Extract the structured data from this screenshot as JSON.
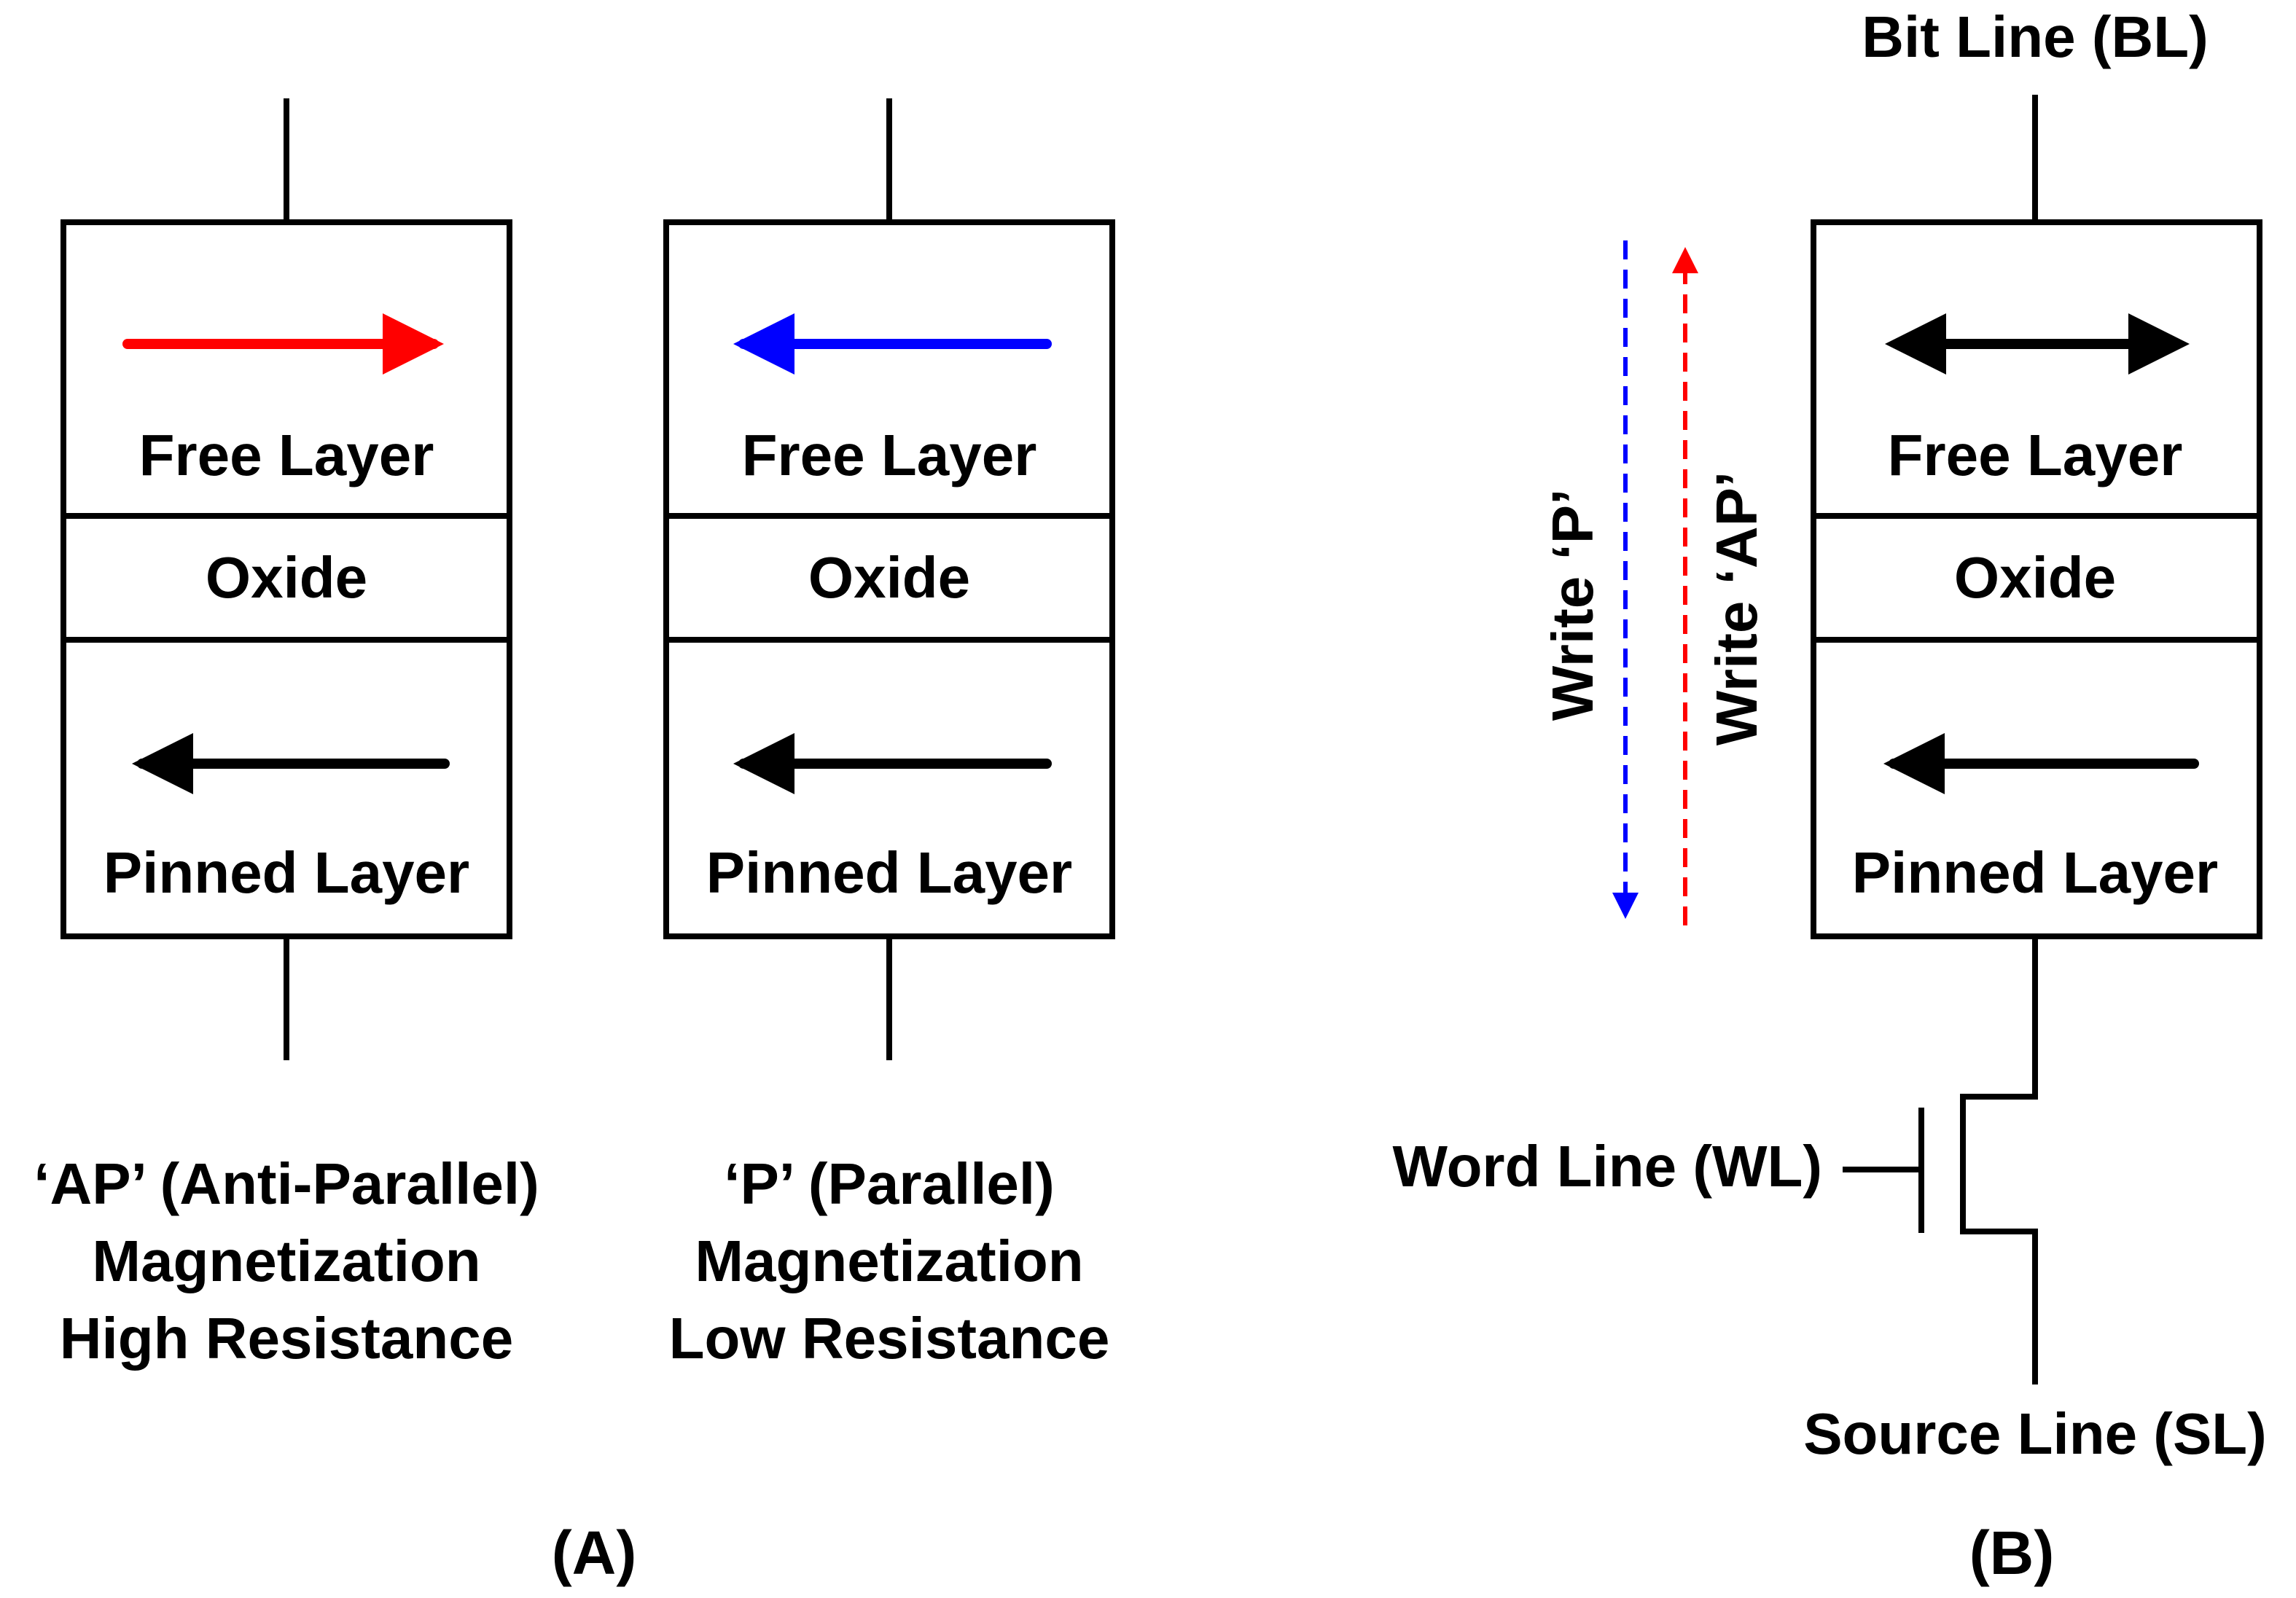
{
  "mtj_cells": [
    {
      "free_layer_label": "Free Layer",
      "oxide_label": "Oxide",
      "pinned_layer_label": "Pinned Layer",
      "free_arrow": "right",
      "free_arrow_color": "#ff0000",
      "pinned_arrow": "left",
      "caption": [
        "‘AP’ (Anti-Parallel)",
        "Magnetization",
        "High Resistance"
      ]
    },
    {
      "free_layer_label": "Free Layer",
      "oxide_label": "Oxide",
      "pinned_layer_label": "Pinned Layer",
      "free_arrow": "left",
      "free_arrow_color": "#0000ff",
      "pinned_arrow": "left",
      "caption": [
        "‘P’ (Parallel)",
        "Magnetization",
        "Low Resistance"
      ]
    },
    {
      "free_layer_label": "Free Layer",
      "oxide_label": "Oxide",
      "pinned_layer_label": "Pinned Layer",
      "free_arrow": "bidirectional",
      "free_arrow_color": "#000000",
      "pinned_arrow": "left"
    }
  ],
  "circuit": {
    "bit_line": "Bit Line (BL)",
    "word_line": "Word Line (WL)",
    "source_line": "Source Line (SL)",
    "write_p": {
      "label": "Write ‘P’",
      "direction": "down",
      "color": "#0000ff"
    },
    "write_ap": {
      "label": "Write ‘AP’",
      "direction": "up",
      "color": "#ff0000"
    }
  },
  "panels": {
    "a": "(A)",
    "b": "(B)"
  },
  "colors": {
    "red": "#ff0000",
    "blue": "#0000ff",
    "black": "#000000"
  }
}
